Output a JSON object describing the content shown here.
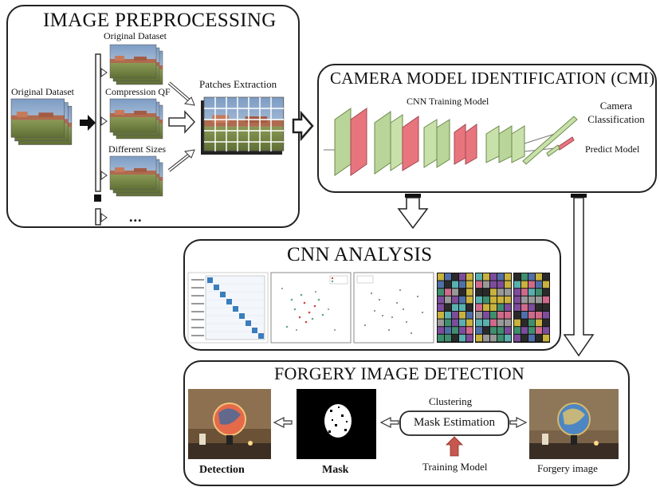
{
  "preprocessing": {
    "title": "IMAGE PREPROCESSING",
    "original_left": "Original Dataset",
    "branch_original": "Original Dataset",
    "branch_compression": "Compression QF",
    "branch_sizes": "Different Sizes",
    "ellipsis": "...",
    "patches": "Patches Extraction"
  },
  "cmi": {
    "title": "CAMERA MODEL IDENTIFICATION (CMI)",
    "cnn_label": "CNN Training Model",
    "camera_classification": "Camera Classification",
    "predict_model": "Predict Model"
  },
  "analysis": {
    "title": "CNN ANALYSIS"
  },
  "forgery": {
    "title": "FORGERY IMAGE DETECTION",
    "clustering": "Clustering",
    "mask_estimation": "Mask Estimation",
    "training_model": "Training Model",
    "detection": "Detection",
    "mask": "Mask",
    "forgery_image": "Forgery image"
  }
}
